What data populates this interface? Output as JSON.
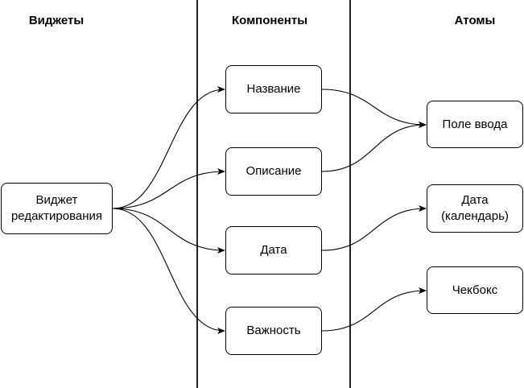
{
  "columns": {
    "widgets": "Виджеты",
    "components": "Компоненты",
    "atoms": "Атомы"
  },
  "nodes": {
    "widget": "Виджет\nредактирования",
    "name": "Название",
    "description": "Описание",
    "date": "Дата",
    "importance": "Важность",
    "input_field": "Поле ввода",
    "date_calendar": "Дата\n(календарь)",
    "checkbox": "Чекбокс"
  },
  "edges": [
    {
      "from": "widget",
      "to": "name"
    },
    {
      "from": "widget",
      "to": "description"
    },
    {
      "from": "widget",
      "to": "date"
    },
    {
      "from": "widget",
      "to": "importance"
    },
    {
      "from": "name",
      "to": "input_field"
    },
    {
      "from": "description",
      "to": "input_field"
    },
    {
      "from": "date",
      "to": "date_calendar"
    },
    {
      "from": "importance",
      "to": "checkbox"
    }
  ]
}
